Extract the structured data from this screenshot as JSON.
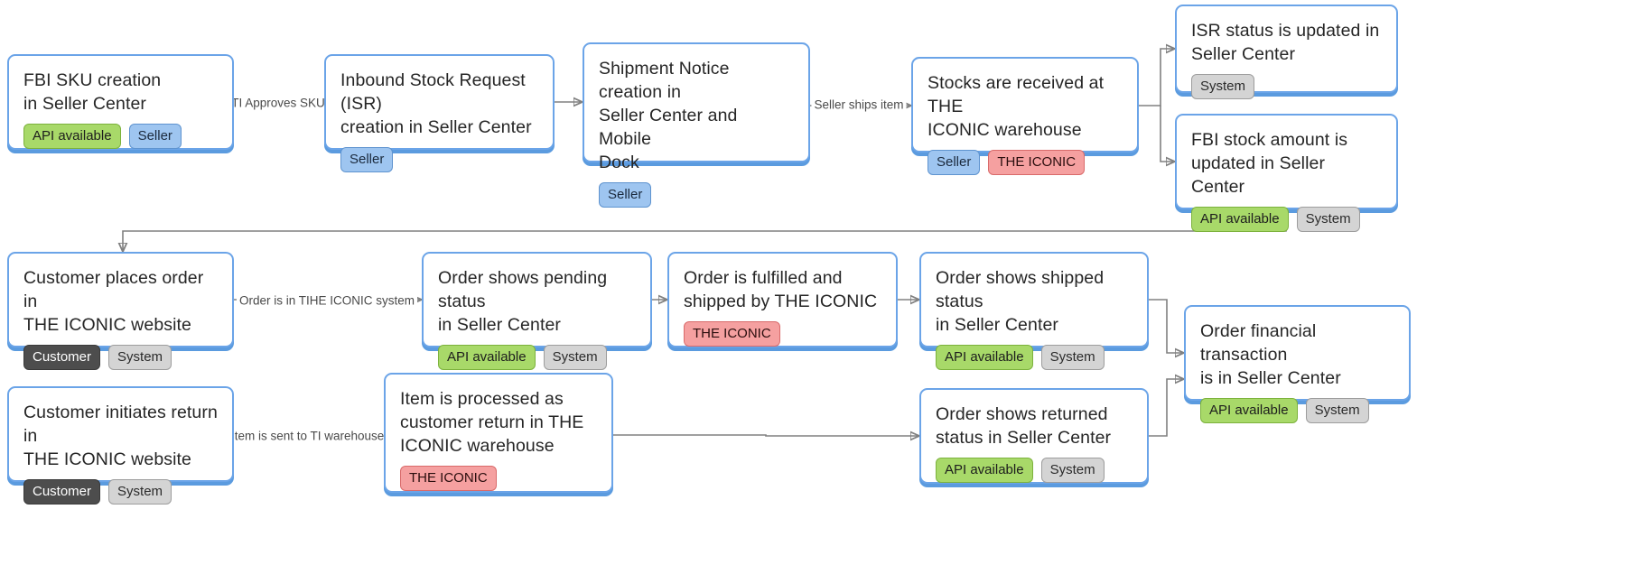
{
  "diagram": {
    "title": "THE ICONIC Fulfilled By ICONIC (FBI) seller flow",
    "colors": {
      "box_border": "#6ba4e8",
      "box_shadow": "#5b9bdf",
      "tag_api": "#a8d969",
      "tag_seller": "#9ec5f0",
      "tag_system": "#d4d4d4",
      "tag_iconic": "#f5a0a0",
      "tag_customer": "#4d4d4d",
      "connector": "#808080",
      "background": "#ffffff"
    }
  },
  "nodes": [
    {
      "id": "fbi-sku-creation",
      "title": "FBI SKU creation\nin Seller Center",
      "tags": [
        {
          "label": "API available",
          "kind": "api"
        },
        {
          "label": "Seller",
          "kind": "seller"
        }
      ]
    },
    {
      "id": "isr-creation",
      "title": "Inbound Stock Request (ISR)\ncreation in Seller Center",
      "tags": [
        {
          "label": "Seller",
          "kind": "seller"
        }
      ]
    },
    {
      "id": "shipment-notice-creation",
      "title": "Shipment Notice creation in\nSeller Center and Mobile\nDock",
      "tags": [
        {
          "label": "Seller",
          "kind": "seller"
        }
      ]
    },
    {
      "id": "stocks-received",
      "title": "Stocks are received at THE\nICONIC warehouse",
      "tags": [
        {
          "label": "Seller",
          "kind": "seller"
        },
        {
          "label": "THE ICONIC",
          "kind": "iconic"
        }
      ]
    },
    {
      "id": "isr-status-updated",
      "title": "ISR status is updated in\nSeller Center",
      "tags": [
        {
          "label": "System",
          "kind": "system"
        }
      ]
    },
    {
      "id": "fbi-stock-amount-updated",
      "title": "FBI stock amount is\nupdated in Seller Center",
      "tags": [
        {
          "label": "API available",
          "kind": "api"
        },
        {
          "label": "System",
          "kind": "system"
        }
      ]
    },
    {
      "id": "customer-places-order",
      "title": "Customer places order in\nTHE ICONIC website",
      "tags": [
        {
          "label": "Customer",
          "kind": "customer"
        },
        {
          "label": "System",
          "kind": "system"
        }
      ]
    },
    {
      "id": "order-pending-status",
      "title": "Order shows pending status\nin Seller Center",
      "tags": [
        {
          "label": "API available",
          "kind": "api"
        },
        {
          "label": "System",
          "kind": "system"
        }
      ]
    },
    {
      "id": "order-fulfilled-shipped",
      "title": "Order is fulfilled and\nshipped by THE ICONIC",
      "tags": [
        {
          "label": "THE ICONIC",
          "kind": "iconic"
        }
      ]
    },
    {
      "id": "order-shipped-status",
      "title": "Order shows shipped status\nin Seller Center",
      "tags": [
        {
          "label": "API available",
          "kind": "api"
        },
        {
          "label": "System",
          "kind": "system"
        }
      ]
    },
    {
      "id": "order-financial-transaction",
      "title": "Order financial transaction\nis in Seller Center",
      "tags": [
        {
          "label": "API available",
          "kind": "api"
        },
        {
          "label": "System",
          "kind": "system"
        }
      ]
    },
    {
      "id": "customer-initiates-return",
      "title": "Customer initiates return in\nTHE ICONIC website",
      "tags": [
        {
          "label": "Customer",
          "kind": "customer"
        },
        {
          "label": "System",
          "kind": "system"
        }
      ]
    },
    {
      "id": "item-processed-return",
      "title": "Item is processed as\ncustomer return in THE\nICONIC warehouse",
      "tags": [
        {
          "label": "THE ICONIC",
          "kind": "iconic"
        }
      ]
    },
    {
      "id": "order-returned-status",
      "title": "Order shows returned\nstatus in Seller Center",
      "tags": [
        {
          "label": "API available",
          "kind": "api"
        },
        {
          "label": "System",
          "kind": "system"
        }
      ]
    }
  ],
  "edge_labels": [
    {
      "id": "ti-approves-sku",
      "text": "TI Approves SKU"
    },
    {
      "id": "seller-ships-item",
      "text": "Seller ships item"
    },
    {
      "id": "order-is-in-the-iconic-system",
      "text": "Order is  in TIHE ICONIC system"
    },
    {
      "id": "item-is-sent-to-ti-warehouse",
      "text": "item is sent to TI warehouse"
    }
  ]
}
